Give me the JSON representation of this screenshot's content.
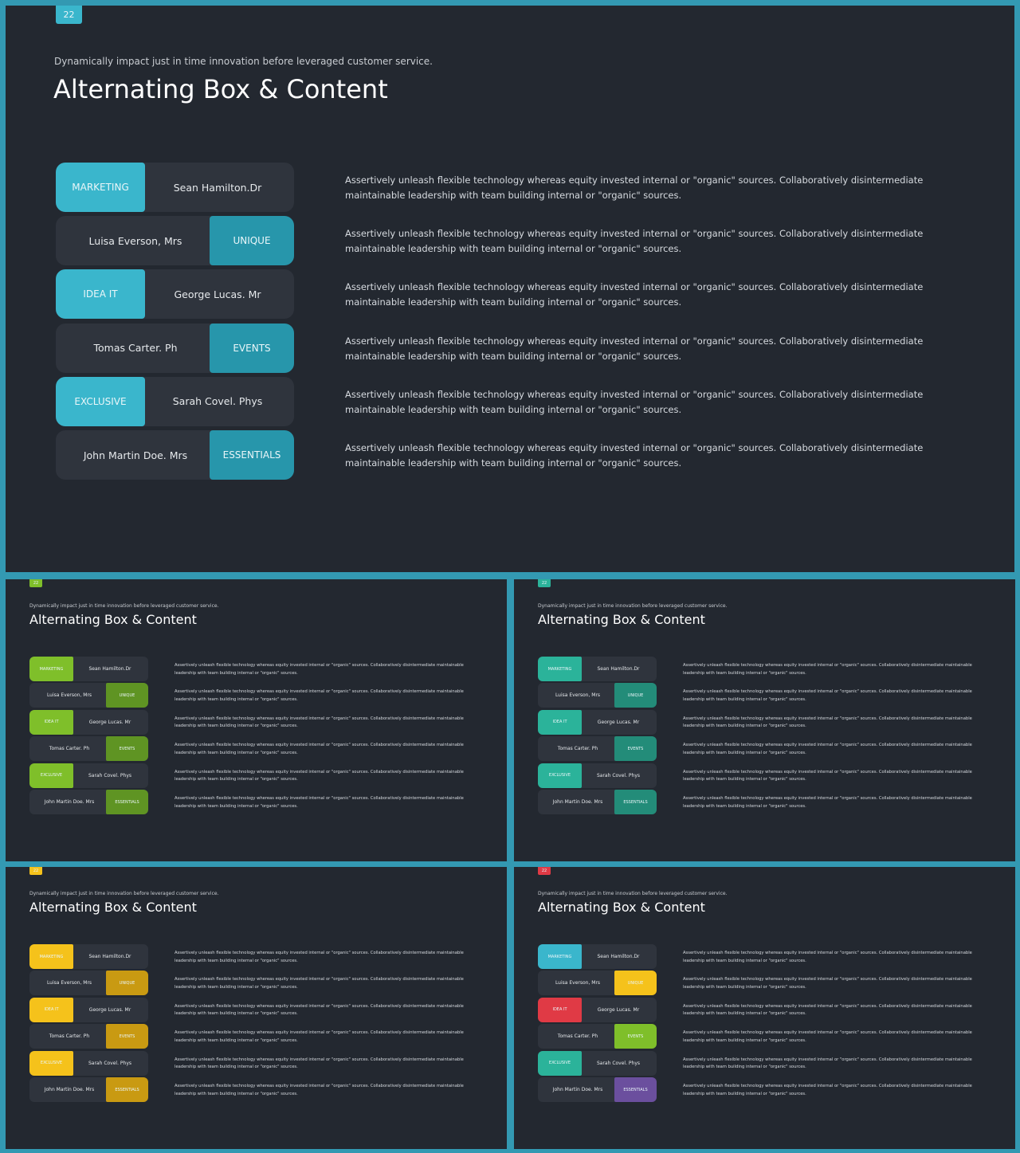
{
  "slide_number": "22",
  "subtitle": "Dynamically impact just in time innovation  before leveraged customer service.",
  "title": "Alternating Box & Content",
  "rows": [
    {
      "tag": "MARKETING",
      "name": "Sean Hamilton.Dr",
      "side": "left"
    },
    {
      "tag": "UNIQUE",
      "name": "Luisa Everson, Mrs",
      "side": "right"
    },
    {
      "tag": "IDEA IT",
      "name": "George Lucas. Mr",
      "side": "left"
    },
    {
      "tag": "EVENTS",
      "name": "Tomas Carter. Ph",
      "side": "right"
    },
    {
      "tag": "EXCLUSIVE",
      "name": "Sarah Covel. Phys",
      "side": "left"
    },
    {
      "tag": "ESSENTIALS",
      "name": "John Martin Doe. Mrs",
      "side": "right"
    }
  ],
  "description": "Assertively unleash flexible technology whereas equity invested internal or \"organic\" sources. Collaboratively disintermediate maintainable leadership with team building internal or \"organic\" sources.",
  "themes": {
    "main": {
      "num": "#3ab6cc",
      "left": "#3ab6cc",
      "right": "#2796ab"
    },
    "green": {
      "num": "#7fbf2a",
      "left": "#7fbf2a",
      "right": "#5f9423"
    },
    "teal": {
      "num": "#2bb39a",
      "left": "#2bb39a",
      "right": "#238c79"
    },
    "yellow": {
      "num": "#f5c21b",
      "left": "#f5c21b",
      "right": "#c99a12"
    },
    "multi": {
      "num": "#e03a45",
      "tags": [
        "#3ab6cc",
        "#f5c21b",
        "#e03a45",
        "#7fbf2a",
        "#2bb39a",
        "#6b4f9e"
      ]
    }
  }
}
